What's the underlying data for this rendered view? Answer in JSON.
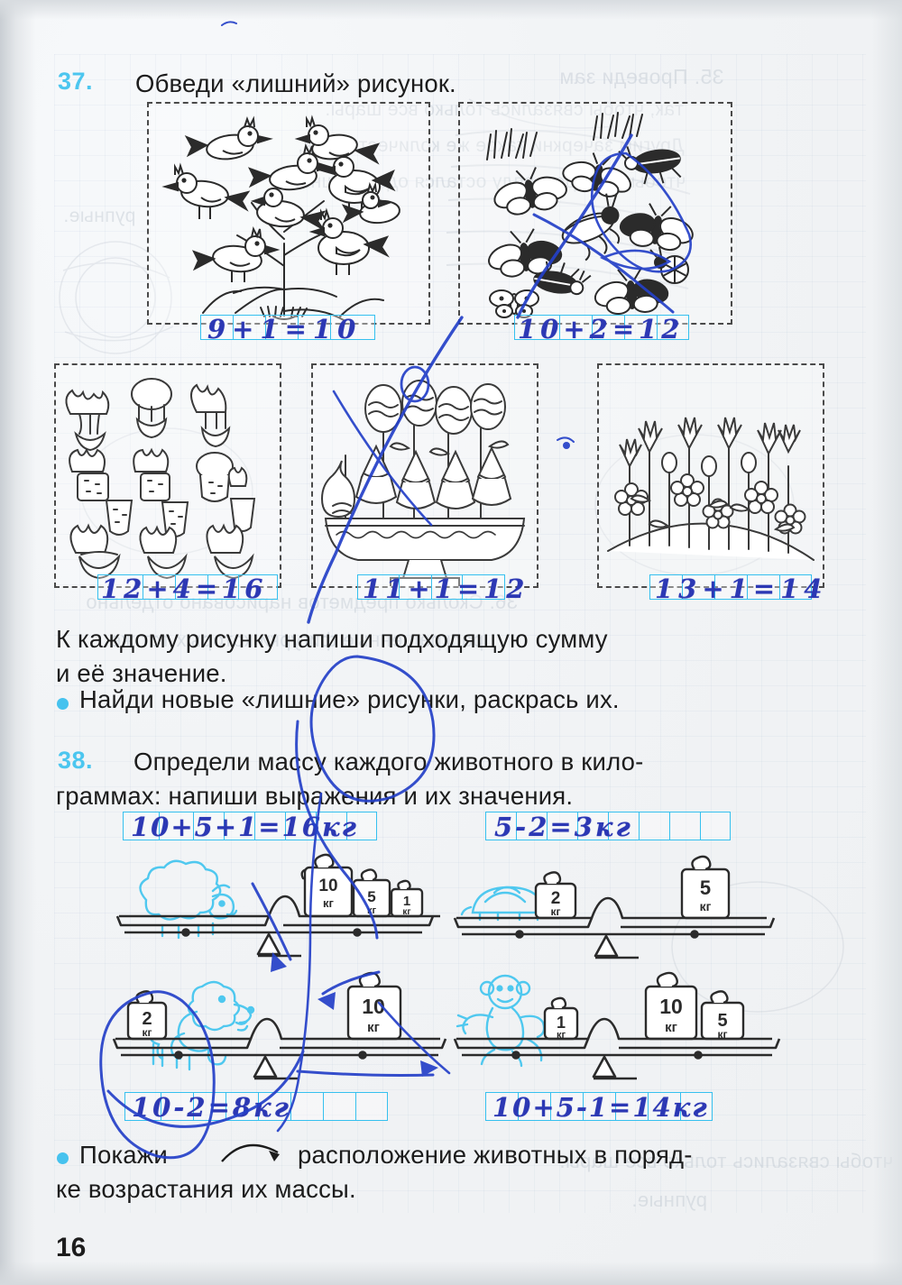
{
  "page": {
    "number": "16",
    "language": "ru",
    "accent_cyan": "#35c0ef",
    "ink_blue": "#2c38b4",
    "print_black": "#1c1c1c"
  },
  "exercises": [
    {
      "number": "37.",
      "prompt_lines": [
        "Обведи «лишний» рисунок."
      ],
      "panels": [
        {
          "id": "birds",
          "caption": "birds-in-tree",
          "answer": {
            "cells": [
              "9",
              "+",
              "1",
              "=",
              "10"
            ],
            "text": "9+1=10"
          }
        },
        {
          "id": "butterflies",
          "caption": "butterflies-and-beetles",
          "answer": {
            "cells": [
              "10",
              "+",
              "2",
              "=",
              "12"
            ],
            "text": "10+2=12"
          }
        },
        {
          "id": "vegetables",
          "caption": "vegetable-garden",
          "answer": {
            "cells": [
              "12",
              "+",
              "4",
              "=",
              "16"
            ],
            "text": "12+4=16"
          }
        },
        {
          "id": "eggs",
          "caption": "easter-eggs-in-bowl",
          "answer": {
            "cells": [
              "11",
              "+",
              "1",
              "=",
              "12"
            ],
            "text": "11+1=12"
          }
        },
        {
          "id": "flowers",
          "caption": "flowers-in-field",
          "answer": {
            "cells": [
              "13",
              "+",
              "1",
              "=",
              "14"
            ],
            "text": "13+1=14"
          }
        }
      ],
      "follow_up_lines": [
        "К каждому рисунку напиши подходящую сумму",
        "и её значение."
      ],
      "bullet_line": "Найди новые «лишние» рисунки, раскрась их."
    },
    {
      "number": "38.",
      "prompt_lines": [
        "Определи массу каждого животного в кило-",
        "граммах: напиши выражения и их значения."
      ],
      "scales": [
        {
          "id": "sheep",
          "animal": "sheep",
          "left_items": [
            "sheep"
          ],
          "right_weights": [
            "10",
            "5",
            "1"
          ],
          "weight_unit": "кг",
          "answer": {
            "cells": [
              "10",
              "+5",
              "+",
              "1",
              "=",
              "16",
              "кг",
              ""
            ],
            "text": "10+5+1=16кг"
          }
        },
        {
          "id": "turtle",
          "animal": "turtle",
          "left_items": [
            "turtle",
            "2"
          ],
          "right_weights": [
            "5"
          ],
          "weight_unit": "кг",
          "answer": {
            "cells": [
              "5",
              "-",
              "2",
              "=",
              "3",
              "кг",
              "",
              ""
            ],
            "text": "5-2=3кг"
          }
        },
        {
          "id": "poodle",
          "animal": "poodle",
          "left_items": [
            "poodle",
            "2"
          ],
          "right_weights": [
            "10"
          ],
          "weight_unit": "кг",
          "answer": {
            "cells": [
              "10",
              "-",
              "2",
              "=",
              "8",
              "кг",
              "",
              ""
            ],
            "text": "10-2=8кг"
          }
        },
        {
          "id": "monkey",
          "animal": "monkey",
          "left_items": [
            "monkey",
            "1"
          ],
          "right_weights": [
            "10",
            "5"
          ],
          "weight_unit": "кг",
          "answer": {
            "cells": [
              "10",
              "+5",
              "-",
              "1",
              "=",
              "14",
              "кг",
              ""
            ],
            "text": "10+5-1=14кг"
          }
        }
      ],
      "bullet_line_1": "Покажи",
      "bullet_line_1b": "расположение животных в поряд-",
      "bullet_line_2": "ке возрастания их массы."
    }
  ],
  "bleed_through": [
    "35. Проведи зам",
    "так, чтобы  связались только все шары.",
    "Другим  зачеркни  такое  же  количество  так,",
    "чтобы  в  каждом  ряду  остался  один  лишний",
    "рупные.",
    "36. Сколько  предметов  нарисовано  отдельно",
    "раскрашенные  фигурки  которых  тот  же."
  ],
  "icons": {
    "arrow": "curved-arrow-icon",
    "bullet": "bullet-dot-icon"
  }
}
